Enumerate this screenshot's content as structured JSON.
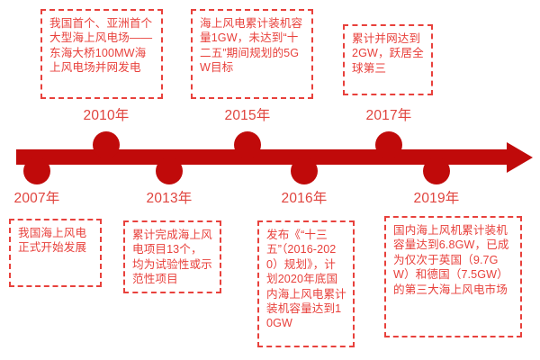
{
  "colors": {
    "axis_red": "#C00A0A",
    "box_red": "#E8413C",
    "year_red": "#E0443E"
  },
  "timeline": {
    "orientation": "horizontal",
    "arrow_direction": "right",
    "nodes": [
      {
        "id": "2007",
        "year_label": "2007年",
        "position": "below",
        "callout_side": "bottom",
        "callout_text": "我国海上风电正式开始发展"
      },
      {
        "id": "2010",
        "year_label": "2010年",
        "position": "above",
        "callout_side": "top",
        "callout_text": "我国首个、亚洲首个大型海上风电场——东海大桥100MW海上风电场并网发电"
      },
      {
        "id": "2013",
        "year_label": "2013年",
        "position": "below",
        "callout_side": "bottom",
        "callout_text": "累计完成海上风电项目13个，均为试验性或示范性项目"
      },
      {
        "id": "2015",
        "year_label": "2015年",
        "position": "above",
        "callout_side": "top",
        "callout_text": "海上风电累计装机容量1GW，未达到“十二五”期间规划的5GW目标"
      },
      {
        "id": "2016",
        "year_label": "2016年",
        "position": "below",
        "callout_side": "bottom",
        "callout_text": "发布《“十三五”（2016-2020）规划》，计划2020年底国内海上风电累计装机容量达到10GW"
      },
      {
        "id": "2017",
        "year_label": "2017年",
        "position": "above",
        "callout_side": "top",
        "callout_text": "累计并网达到2GW，跃居全球第三"
      },
      {
        "id": "2019",
        "year_label": "2019年",
        "position": "below",
        "callout_side": "bottom",
        "callout_text": "国内海上风机累计装机容量达到6.8GW，已成为仅次于英国（9.7GW）和德国（7.5GW）的第三大海上风电市场"
      }
    ]
  }
}
